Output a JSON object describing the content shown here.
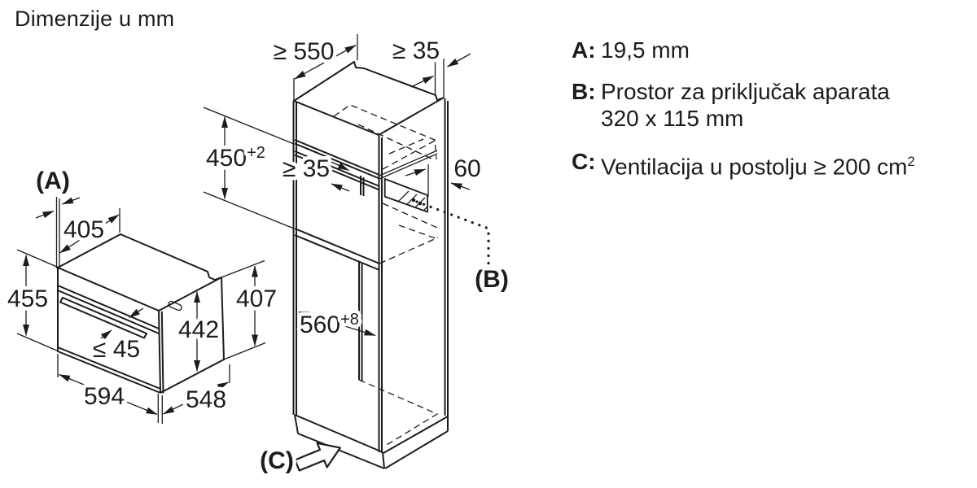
{
  "title": "Dimenzije u mm",
  "legend": {
    "a": {
      "key": "A:",
      "value": "19,5 mm"
    },
    "b": {
      "key": "B:",
      "line1": "Prostor za priključak aparata",
      "line2": "320 x 115 mm"
    },
    "c": {
      "key": "C:",
      "value": "Ventilacija u postolju ≥ 200 cm",
      "sup": "2"
    }
  },
  "cabinet": {
    "depth_min": "≥ 550",
    "top_gap": "≥ 35",
    "niche_height": "450",
    "niche_height_tol": "+2",
    "inner_gap": "≥ 35",
    "right_gap": "60",
    "niche_width": "560",
    "niche_width_tol": "+8",
    "label_b": "(B)",
    "label_c": "(C)"
  },
  "oven": {
    "label_a": "(A)",
    "top_depth": "405",
    "left_height": "455",
    "front_height": "442",
    "right_height": "407",
    "handle_depth": "≤ 45",
    "width": "594",
    "depth": "548"
  }
}
